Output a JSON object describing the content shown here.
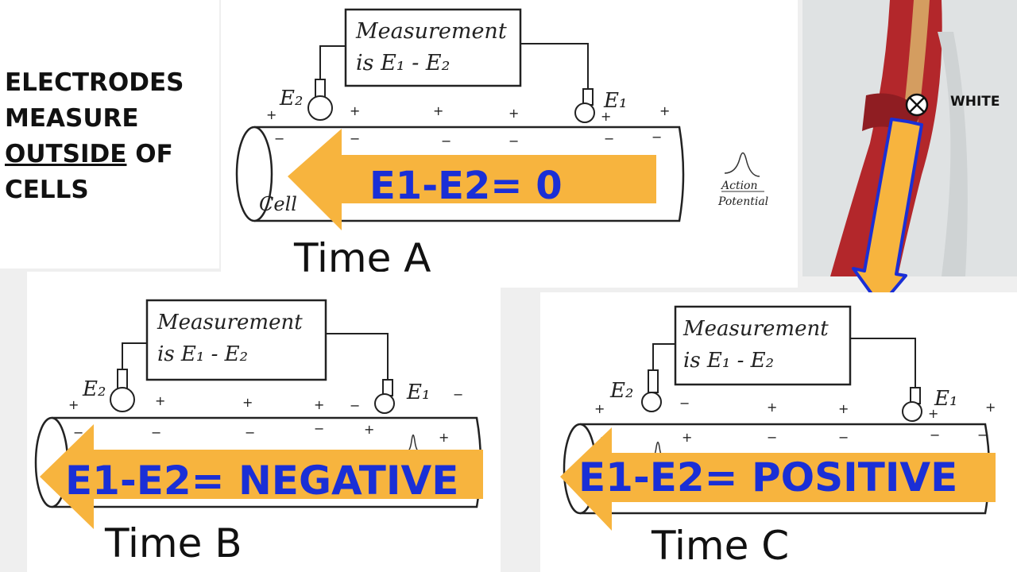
{
  "title": {
    "line1": "ELECTRODES",
    "line2": "MEASURE",
    "line3_underlined": "OUTSIDE",
    "line3_rest": " OF",
    "line4": "CELLS"
  },
  "measurement_box": {
    "line1": "Measurement",
    "line2": "is E₁ - E₂"
  },
  "electrode_labels": {
    "e1": "E₁",
    "e2": "E₂"
  },
  "cell_label": "Cell",
  "panels": [
    {
      "time": "Time A",
      "equation": "E1-E2= 0"
    },
    {
      "time": "Time B",
      "equation": "E1-E2= NEGATIVE"
    },
    {
      "time": "Time C",
      "equation": "E1-E2= POSITIVE"
    }
  ],
  "action_potential": {
    "line1": "Action",
    "line2": "Potential"
  },
  "photo": {
    "label": "WHITE"
  },
  "colors": {
    "arrow": "#f7b43e",
    "equation_text": "#1a2fd6",
    "muscle": "#b3272b"
  }
}
